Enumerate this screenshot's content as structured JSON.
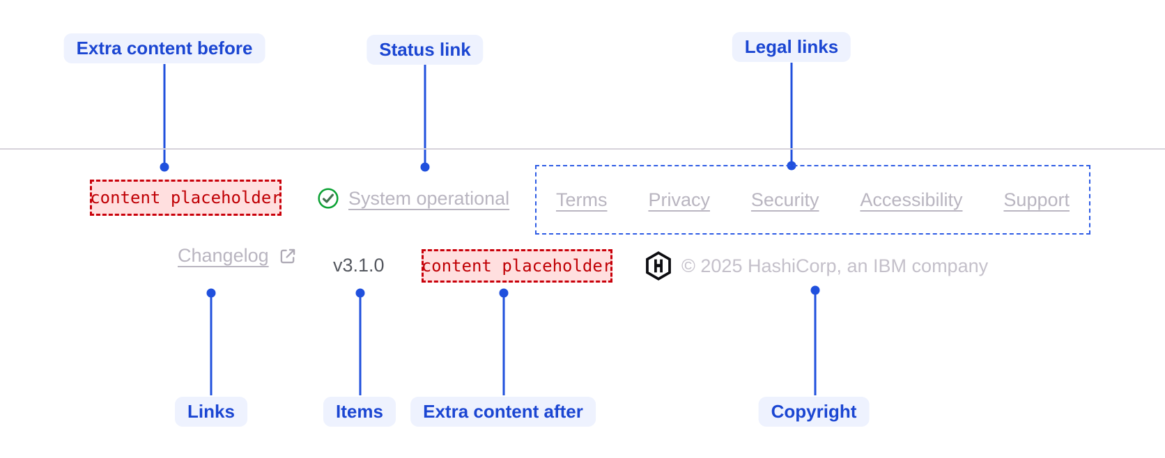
{
  "annotations": {
    "extra_content_before": "Extra content before",
    "status_link": "Status link",
    "legal_links": "Legal links",
    "links": "Links",
    "items": "Items",
    "extra_content_after": "Extra content after",
    "copyright": "Copyright"
  },
  "footer": {
    "extra_content_before_placeholder": "content placeholder",
    "status": {
      "label": "System operational",
      "icon": "check-circle-icon"
    },
    "legal_links": [
      "Terms",
      "Privacy",
      "Security",
      "Accessibility",
      "Support"
    ],
    "links": [
      {
        "label": "Changelog",
        "icon": "external-link-icon"
      }
    ],
    "version": "v3.1.0",
    "extra_content_after_placeholder": "content placeholder",
    "copyright_notice": "© 2025 HashiCorp, an IBM company",
    "logo": "hashicorp-logo"
  },
  "colors": {
    "annotation_blue": "#1b46d2",
    "annotation_line_blue": "#2050dd",
    "annotation_pill_bg": "#eef2fe",
    "legal_outline_blue": "#2d5be4",
    "placeholder_border_red": "#c9000a",
    "placeholder_text_red": "#c00005",
    "placeholder_bg": "#ffdfdf",
    "status_green": "#0ca234",
    "muted_link_gray": "#b9b5c0",
    "version_gray": "#55585f",
    "copyright_gray": "#c4c0ca",
    "divider_gray": "#d6d2da",
    "logo_black": "#0d0d11"
  }
}
